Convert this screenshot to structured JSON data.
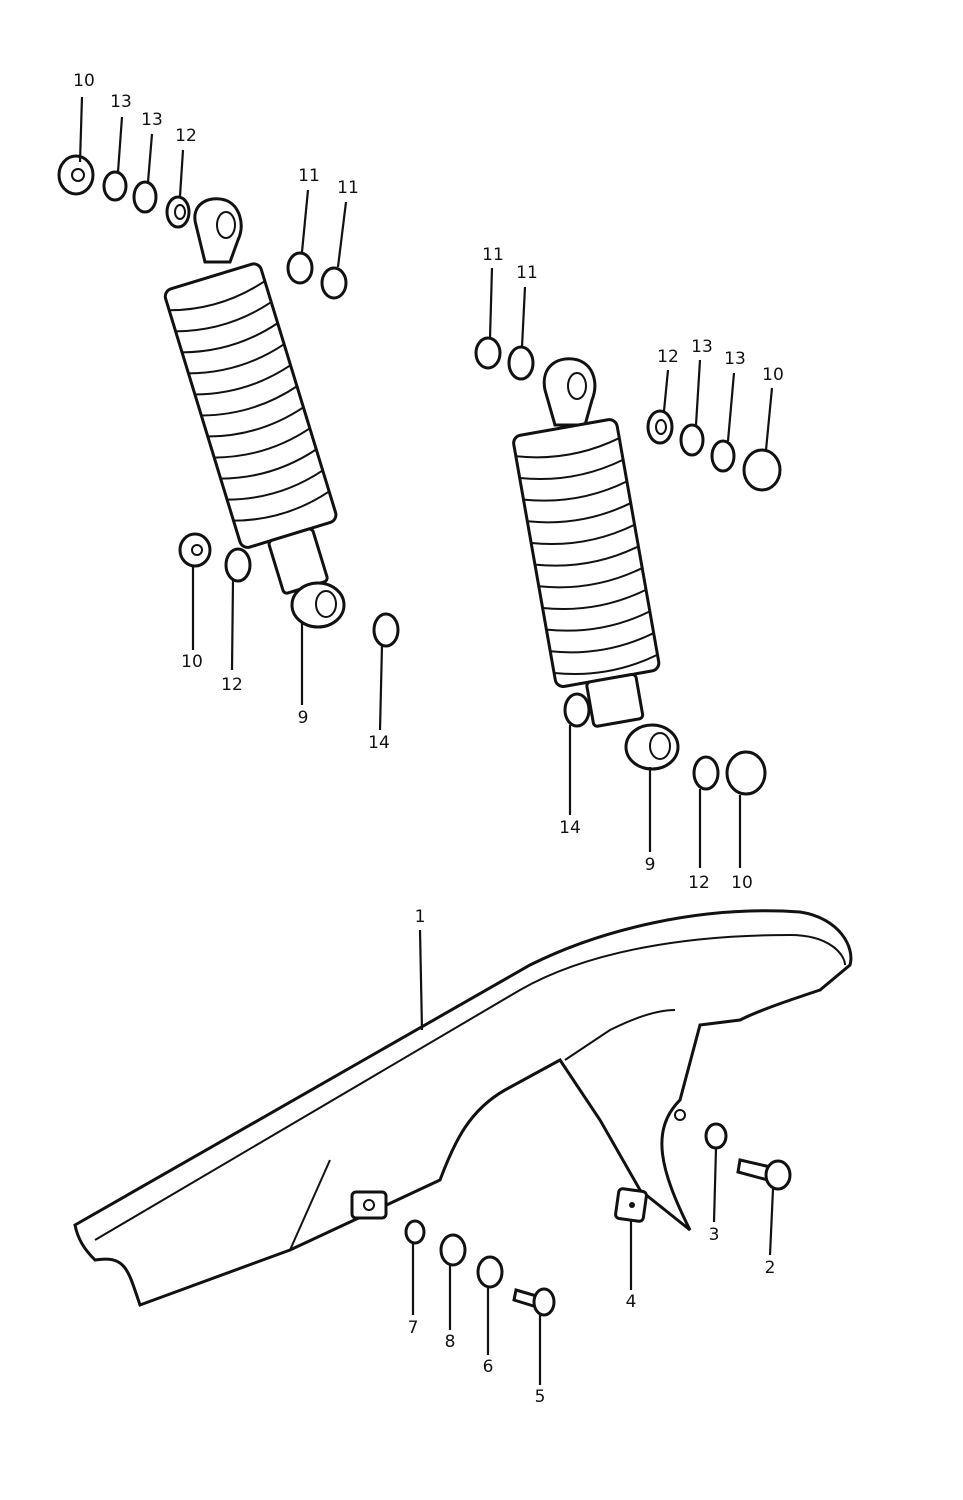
{
  "callouts": {
    "left_top_nut": "10",
    "left_washer_13a": "13",
    "left_washer_13b": "13",
    "left_washer_12": "12",
    "left_washer_11a": "11",
    "left_washer_11b": "11",
    "left_bottom_nut": "10",
    "left_bottom_washer_12": "12",
    "left_shock": "9",
    "left_washer_14": "14",
    "right_washer_11a": "11",
    "right_washer_11b": "11",
    "right_washer_12": "12",
    "right_washer_13a": "13",
    "right_washer_13b": "13",
    "right_top_nut": "10",
    "right_washer_14": "14",
    "right_shock": "9",
    "right_bottom_washer_12": "12",
    "right_bottom_nut": "10",
    "chain_case": "1",
    "bolt_2": "2",
    "nut_3": "3",
    "nut_4": "4",
    "bolt_5": "5",
    "washer_6": "6",
    "washer_7": "7",
    "washer_8": "8"
  }
}
